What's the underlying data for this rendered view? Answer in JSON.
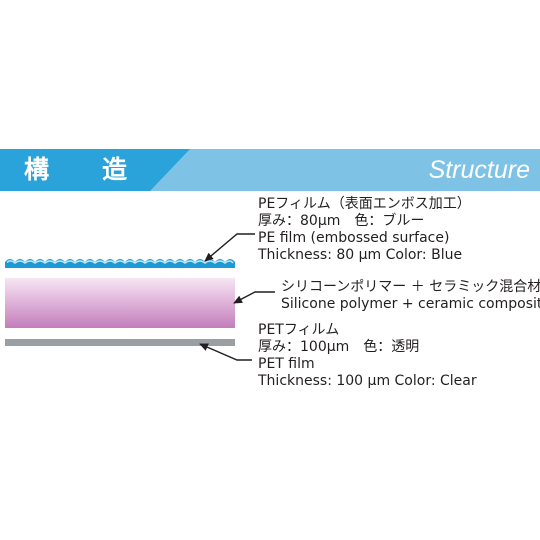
{
  "header": {
    "title_jp": "構　造",
    "title_en": "Structure",
    "colors": {
      "bar": "#7ec3e6",
      "tab": "#29a3d9",
      "text": "#ffffff"
    }
  },
  "layers": [
    {
      "id": "pe-film",
      "color": "#1d9ad6",
      "lines": [
        "PEフィルム（表面エンボス加工）",
        "厚み：80μm　色：ブルー",
        "PE film (embossed surface)",
        "Thickness: 80 µm  Color: Blue"
      ]
    },
    {
      "id": "silicone-ceramic",
      "color": "#c785c0",
      "lines": [
        "シリコーンポリマー ＋ セラミック混合材",
        "Silicone polymer + ceramic composite"
      ]
    },
    {
      "id": "pet-film",
      "color": "#9a9fa3",
      "lines": [
        "PETフィルム",
        "厚み：100μm　色：透明",
        "PET film",
        "Thickness: 100 µm  Color: Clear"
      ]
    }
  ]
}
